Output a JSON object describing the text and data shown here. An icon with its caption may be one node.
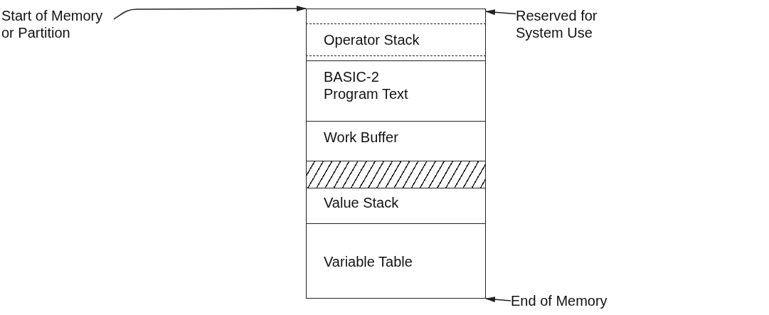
{
  "diagram": {
    "nodes": [
      {
        "text": [
          "Start of Memory or Partition"
        ]
      },
      {
        "text": [],
        "shape": "box"
      },
      {
        "text": [
          "Operator Stack"
        ]
      },
      {
        "text": [],
        "shape": "box"
      },
      {
        "text": [
          "BASIC-2 Program Text"
        ]
      },
      {
        "text": [
          "Work Buffer"
        ]
      },
      {
        "text": [],
        "shape": "bar"
      },
      {
        "text": [
          "Value Stack"
        ]
      },
      {
        "text": [
          "Variable Table"
        ]
      },
      {
        "text": [
          "Reserved for System Use"
        ]
      },
      {
        "text": [
          "End of Memory"
        ]
      }
    ],
    "edges": [
      {
        "from": 0,
        "to": 1,
        "arrow": "to"
      },
      {
        "from": 9,
        "to": 1,
        "arrow": "to"
      },
      {
        "from": 10,
        "to": 8,
        "arrow": "to"
      }
    ]
  }
}
